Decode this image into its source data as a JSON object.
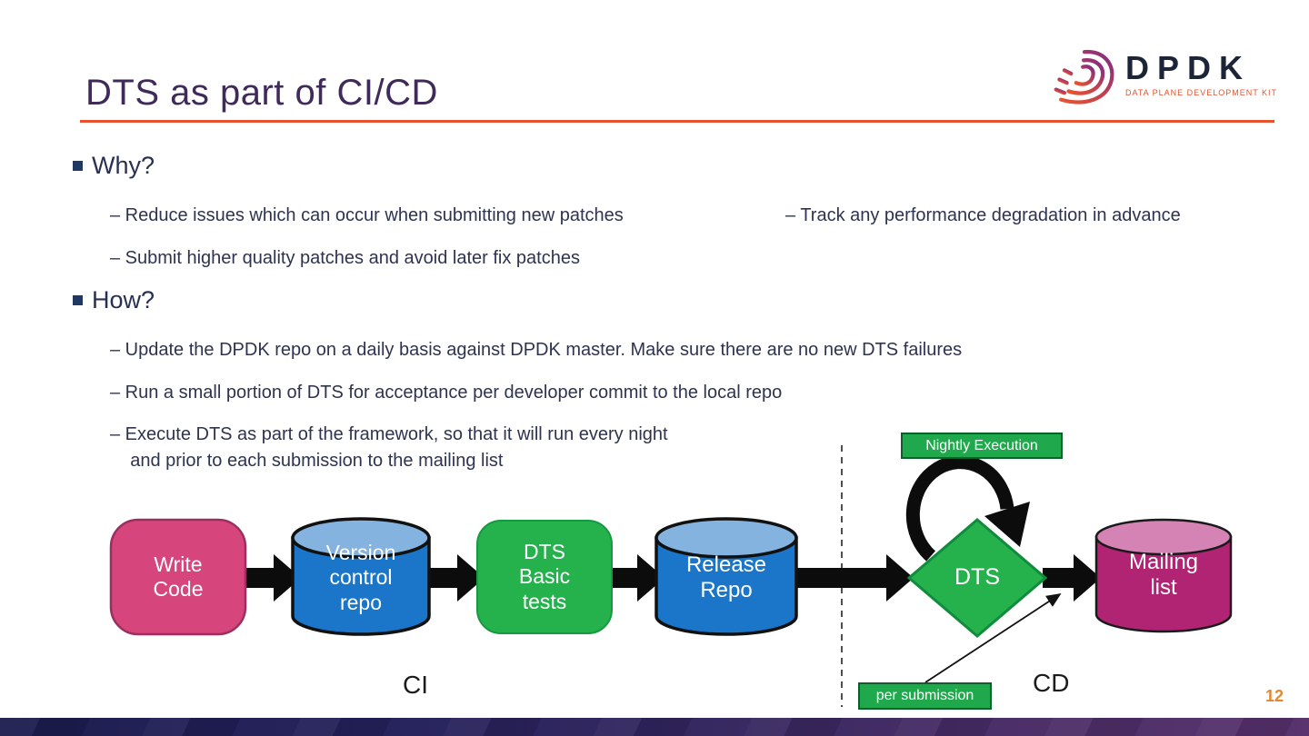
{
  "slide": {
    "title": "DTS as part of CI/CD",
    "page_number": "12"
  },
  "logo": {
    "word": "DPDK",
    "tagline": "DATA PLANE DEVELOPMENT KIT"
  },
  "content": {
    "why": {
      "heading": "Why?",
      "items_left": [
        "– Reduce issues which can occur when submitting new patches",
        "– Submit higher quality patches and avoid later fix patches"
      ],
      "item_right": "– Track any performance degradation in advance"
    },
    "how": {
      "heading": "How?",
      "items": [
        "– Update the DPDK repo on a daily basis against DPDK master. Make sure there are no new DTS failures",
        "– Run a small portion of DTS for acceptance per developer commit to the local repo",
        "– Execute DTS as part of the framework, so that it will run every night\n    and prior to each submission to the mailing list"
      ]
    }
  },
  "diagram": {
    "nodes": {
      "write_code": "Write\nCode",
      "version_control": "Version\ncontrol\nrepo",
      "dts_basic": "DTS\nBasic\ntests",
      "release_repo": "Release\nRepo",
      "dts": "DTS",
      "mailing_list": "Mailing\nlist"
    },
    "annotations": {
      "nightly_execution": "Nightly Execution",
      "per_submission": "per submission",
      "ci": "CI",
      "cd": "CD"
    }
  },
  "colors": {
    "title": "#3f2a5a",
    "accent_rule": "#e8512d",
    "body_text": "#2e3350",
    "node_pink": "#d6457c",
    "node_blue": "#1b75c8",
    "node_blue_top": "#85b3e0",
    "node_green": "#25b24d",
    "node_magenta": "#b12373",
    "node_magenta_top": "#d583b4",
    "annotation_green": "#1fa94c",
    "page_number_orange": "#e2882f",
    "footer_left": "#1b1b4d",
    "footer_right": "#56306b"
  }
}
